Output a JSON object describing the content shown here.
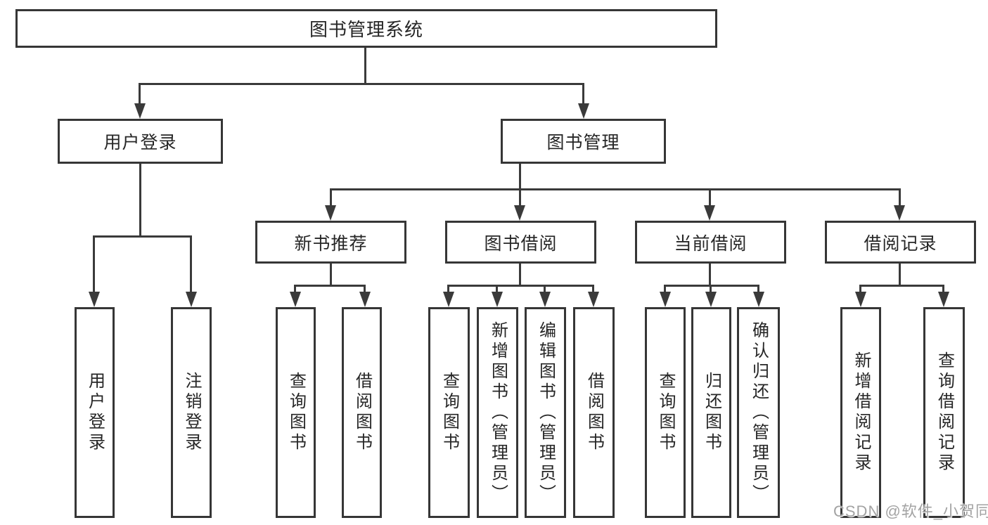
{
  "nodes": {
    "root": {
      "label": "图书管理系统"
    },
    "user_login": {
      "label": "用户登录"
    },
    "book_mgmt": {
      "label": "图书管理"
    },
    "new_books": {
      "label": "新书推荐"
    },
    "book_borrow": {
      "label": "图书借阅"
    },
    "current_borrow": {
      "label": "当前借阅"
    },
    "borrow_records": {
      "label": "借阅记录"
    }
  },
  "leaves": [
    {
      "label": "用户登录",
      "parent": "用户登录"
    },
    {
      "label": "注销登录",
      "parent": "用户登录"
    },
    {
      "label": "查询图书",
      "parent": "新书推荐"
    },
    {
      "label": "借阅图书",
      "parent": "新书推荐"
    },
    {
      "label": "查询图书",
      "parent": "图书借阅"
    },
    {
      "label": "新增图书（管理员）",
      "parent": "图书借阅"
    },
    {
      "label": "编辑图书（管理员）",
      "parent": "图书借阅"
    },
    {
      "label": "借阅图书",
      "parent": "图书借阅"
    },
    {
      "label": "查询图书",
      "parent": "当前借阅"
    },
    {
      "label": "归还图书",
      "parent": "当前借阅"
    },
    {
      "label": "确认归还（管理员）",
      "parent": "当前借阅"
    },
    {
      "label": "新增借阅记录",
      "parent": "借阅记录"
    },
    {
      "label": "查询借阅记录",
      "parent": "借阅记录"
    }
  ],
  "watermark": {
    "text": "CSDN @软件_小贺同学"
  },
  "colors": {
    "line": "#3a3a3a",
    "border": "#363636",
    "text": "#262626",
    "watermark": "#a3a3a3",
    "background": "#ffffff"
  }
}
